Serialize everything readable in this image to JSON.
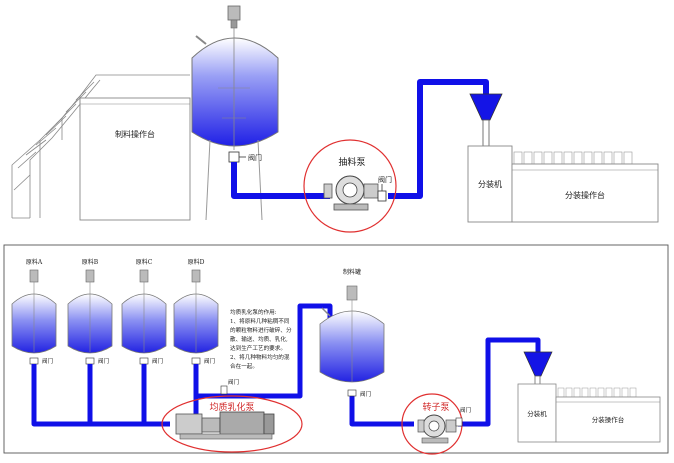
{
  "top": {
    "prep_platform": "制料操作台",
    "valve_tank": "阀门",
    "pump": "抽料泵",
    "valve_pump": "阀门",
    "filler": "分装机",
    "fill_platform": "分装操作台"
  },
  "bottom": {
    "raw_a": "原料A",
    "raw_b": "原料B",
    "raw_c": "原料C",
    "raw_d": "原料D",
    "valve1": "阀门",
    "valve2": "阀门",
    "valve3": "阀门",
    "valve4": "阀门",
    "valve_mid": "阀门",
    "product_tank": "制料罐",
    "valve_tank": "阀门",
    "emulsifier": "均质乳化泵",
    "rotor_pump": "转子泵",
    "valve_rotor": "阀门",
    "filler": "分装机",
    "fill_platform": "分装操作台",
    "note": [
      "均质乳化泵的作用:",
      "1、将原料几种粘稠不同",
      "的颗粒物料进行破碎、分",
      "散、输送、均质、乳化,",
      "达到生产工艺的要求。",
      "2、将几种物料均匀的混",
      "合在一起。"
    ]
  },
  "colors": {
    "pipe": "#1010e8",
    "liquid": "#3a3af0",
    "highlight": "#e03030",
    "outline": "#666666"
  }
}
